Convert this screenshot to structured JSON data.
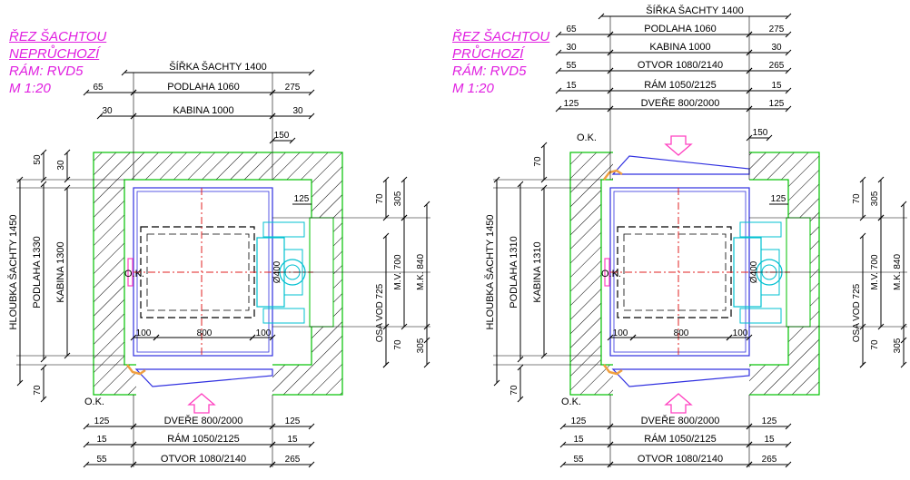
{
  "colors": {
    "title": "#e020e0",
    "wall_outline": "#00c000",
    "cabin": "#3030e0",
    "center_lines": "#e02020",
    "guide_rail": "#00c0d0",
    "frame_bracket": "#f0a040",
    "arrow": "#ff40c0",
    "dimension": "#000000"
  },
  "views": [
    {
      "id": "left",
      "title": [
        "ŘEZ ŠACHTOU",
        "NEPRŮCHOZÍ",
        "RÁM: RVD5",
        "M 1:20"
      ],
      "top_dims": {
        "shaft_width": "ŠÍŘKA ŠACHTY 1400",
        "floor_left": "65",
        "floor": "PODLAHA 1060",
        "floor_right": "275",
        "cab_left": "30",
        "cab": "KABINA 1000",
        "cab_right": "30",
        "offset": "150"
      },
      "left_dims": {
        "top_a": "50",
        "top_b": "30",
        "shaft_depth": "HLOUBKA ŠACHTY 1450",
        "floor_depth": "PODLAHA 1330",
        "cab_depth": "KABINA 1300",
        "bottom": "70"
      },
      "right_dims": {
        "guide_offset": "125",
        "r70": "70",
        "r305a": "305",
        "mv": "M.V. 700",
        "mk": "M.K. 840",
        "osa": "OSA VOD 725",
        "r70b": "70",
        "r305b": "305"
      },
      "inner": {
        "dia": "Ø400",
        "ok": "O.K.",
        "d100a": "100",
        "d800": "800",
        "d100b": "100"
      },
      "bottom_dims": {
        "ok": "O.K.",
        "door_side": "125",
        "door": "DVEŘE 800/2000",
        "door_right": "125",
        "frame_side": "15",
        "frame": "RÁM 1050/2125",
        "frame_right": "15",
        "opening_side": "55",
        "opening": "OTVOR 1080/2140",
        "opening_right": "265"
      }
    },
    {
      "id": "right",
      "title": [
        "ŘEZ ŠACHTOU",
        "PRŮCHOZÍ",
        "RÁM: RVD5",
        "M 1:20"
      ],
      "top_dims": {
        "shaft_width": "ŠÍŘKA ŠACHTY 1400",
        "floor_left": "65",
        "floor": "PODLAHA 1060",
        "floor_right": "275",
        "cab_left": "30",
        "cab": "KABINA 1000",
        "cab_right": "30",
        "open_left": "55",
        "opening": "OTVOR 1080/2140",
        "open_right": "265",
        "frame_left": "15",
        "frame": "RÁM 1050/2125",
        "frame_right": "15",
        "door_left": "125",
        "door": "DVEŘE 800/2000",
        "door_right": "125",
        "ok": "O.K.",
        "offset": "150"
      },
      "left_dims": {
        "top": "70",
        "shaft_depth": "HLOUBKA ŠACHTY 1450",
        "floor_depth": "PODLAHA 1310",
        "cab_depth": "KABINA 1310",
        "bottom": "70"
      },
      "right_dims": {
        "guide_offset": "125",
        "r70": "70",
        "r305a": "305",
        "mv": "M.V. 700",
        "mk": "M.K. 840",
        "osa": "OSA VOD 725",
        "r70b": "70",
        "r305b": "305"
      },
      "inner": {
        "dia": "Ø400",
        "ok": "O.K.",
        "d100a": "100",
        "d800": "800",
        "d100b": "100"
      },
      "bottom_dims": {
        "ok": "O.K.",
        "door_side": "125",
        "door": "DVEŘE 800/2000",
        "door_right": "125",
        "frame_side": "15",
        "frame": "RÁM 1050/2125",
        "frame_right": "15",
        "opening_side": "55",
        "opening": "OTVOR 1080/2140",
        "opening_right": "265"
      }
    }
  ]
}
